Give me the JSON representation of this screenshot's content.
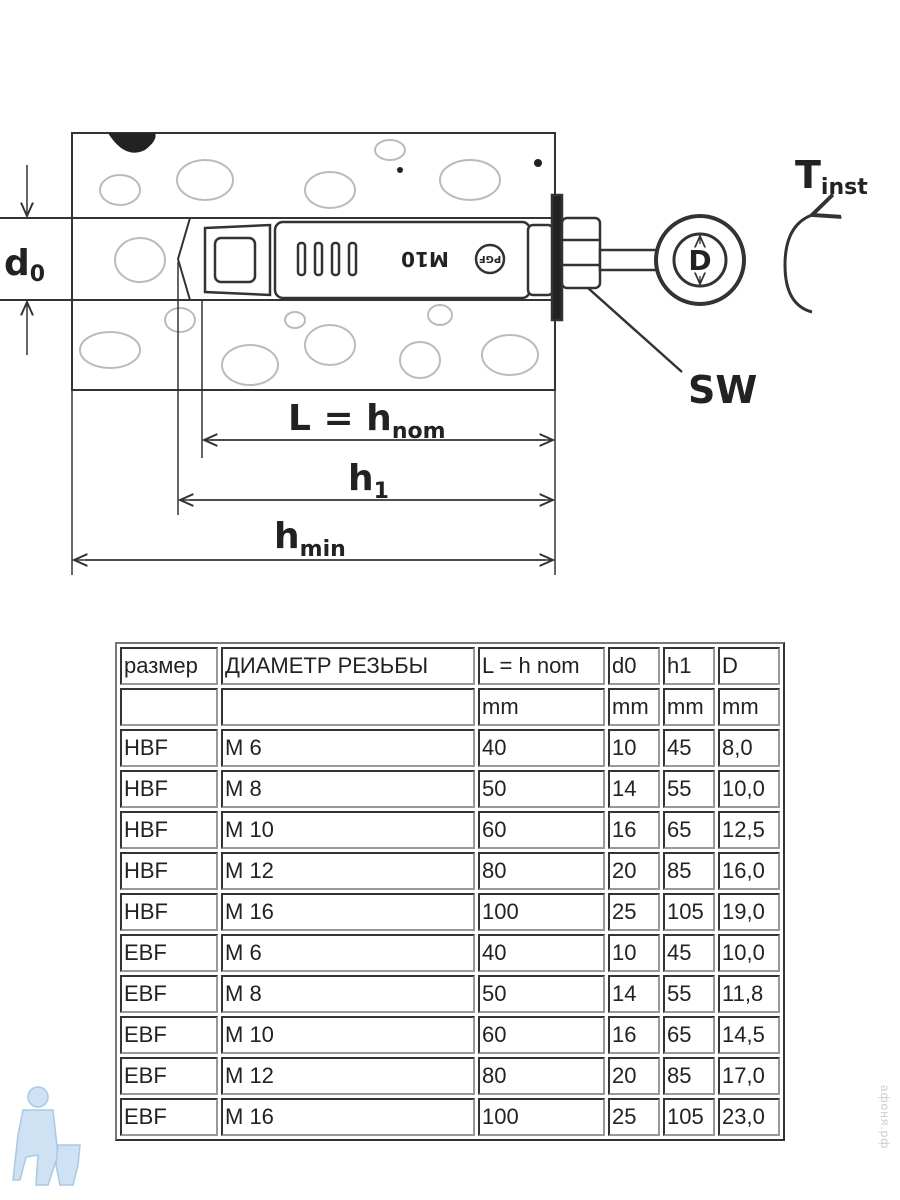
{
  "diagram": {
    "d0_label": "d",
    "d0_sub": "0",
    "tinst_label": "T",
    "tinst_sub": "inst",
    "sw_label": "SW",
    "d_label": "D",
    "l_label": "L = h",
    "l_sub": "nom",
    "h1_label": "h",
    "h1_sub": "1",
    "hmin_label": "h",
    "hmin_sub": "min",
    "anchor_marking": "M10",
    "anchor_logo": "PGF"
  },
  "table": {
    "header": [
      "размер",
      "ДИАМЕТР РЕЗЬБЫ",
      "L = h nom",
      "d0",
      "h1",
      "D"
    ],
    "units": [
      "",
      "",
      "mm",
      "mm",
      "mm",
      "mm"
    ],
    "rows": [
      [
        "HBF",
        "M 6",
        "40",
        "10",
        "45",
        "8,0"
      ],
      [
        "HBF",
        "M 8",
        "50",
        "14",
        "55",
        "10,0"
      ],
      [
        "HBF",
        "M 10",
        "60",
        "16",
        "65",
        "12,5"
      ],
      [
        "HBF",
        "M 12",
        "80",
        "20",
        "85",
        "16,0"
      ],
      [
        "HBF",
        "M 16",
        "100",
        "25",
        "105",
        "19,0"
      ],
      [
        "EBF",
        "M 6",
        "40",
        "10",
        "45",
        "10,0"
      ],
      [
        "EBF",
        "M 8",
        "50",
        "14",
        "55",
        "11,8"
      ],
      [
        "EBF",
        "M 10",
        "60",
        "16",
        "65",
        "14,5"
      ],
      [
        "EBF",
        "M 12",
        "80",
        "20",
        "85",
        "17,0"
      ],
      [
        "EBF",
        "M 16",
        "100",
        "25",
        "105",
        "23,0"
      ]
    ]
  },
  "watermark": "афоня.рф"
}
